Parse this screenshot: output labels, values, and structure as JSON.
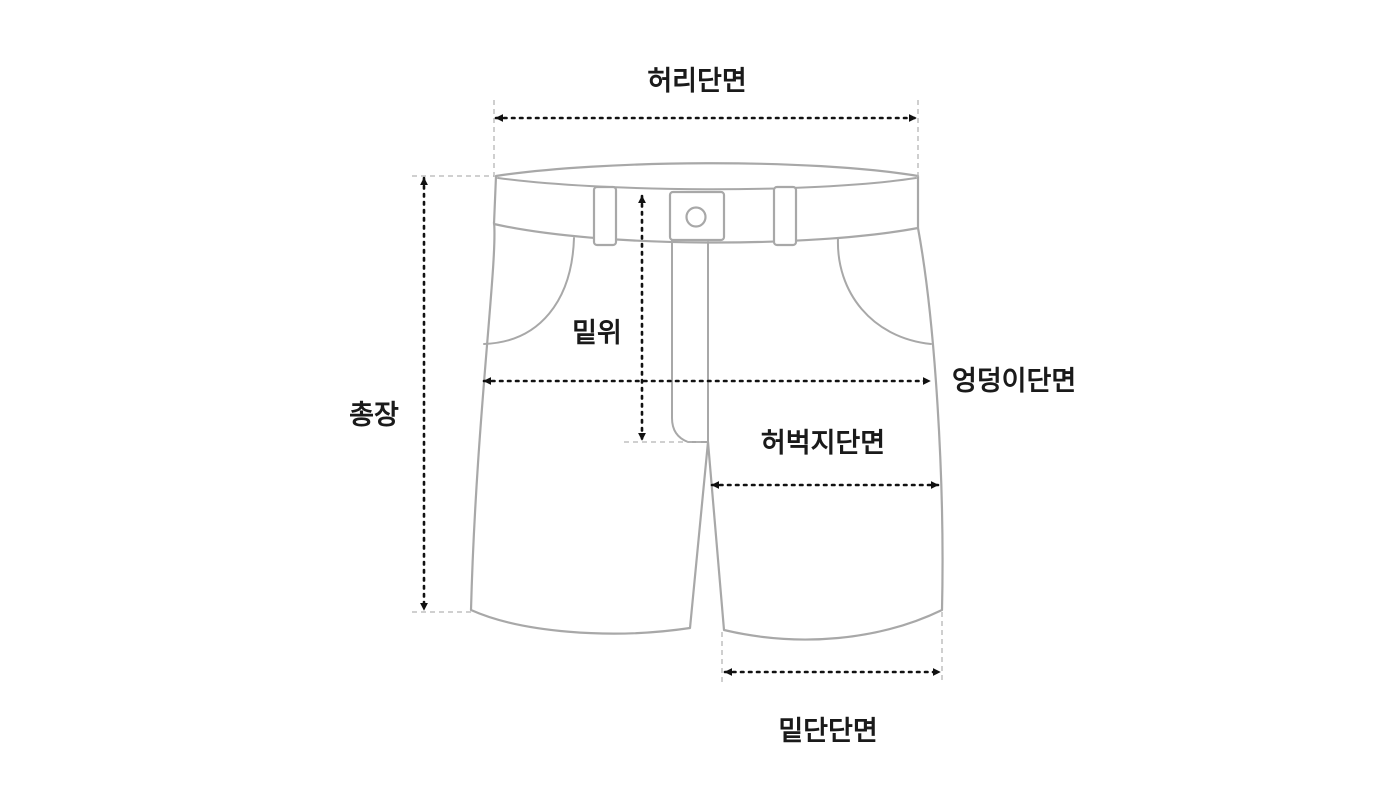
{
  "labels": {
    "waist": "허리단면",
    "rise": "밑위",
    "hip": "엉덩이단면",
    "total_length": "총장",
    "thigh": "허벅지단면",
    "hem": "밑단단면"
  },
  "colors": {
    "outline": "#a8a8a8",
    "measure_line": "#111111",
    "label_text": "#1a1a1a",
    "background": "#ffffff"
  }
}
